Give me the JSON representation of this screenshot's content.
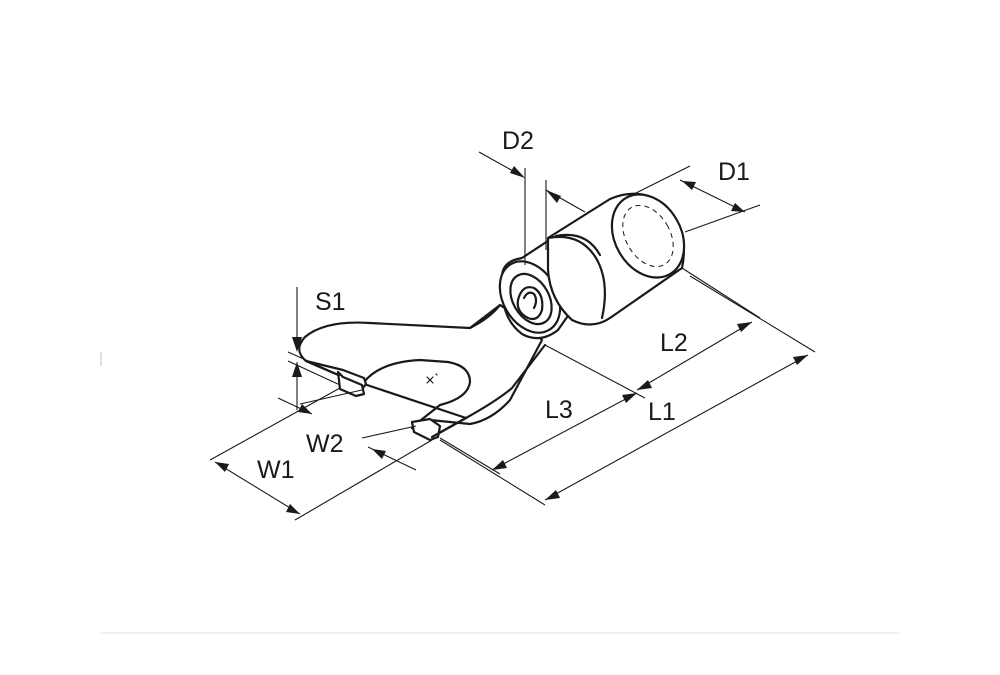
{
  "labels": {
    "d1": "D1",
    "d2": "D2",
    "s1": "S1",
    "w1": "W1",
    "w2": "W2",
    "l1": "L1",
    "l2": "L2",
    "l3": "L3"
  }
}
